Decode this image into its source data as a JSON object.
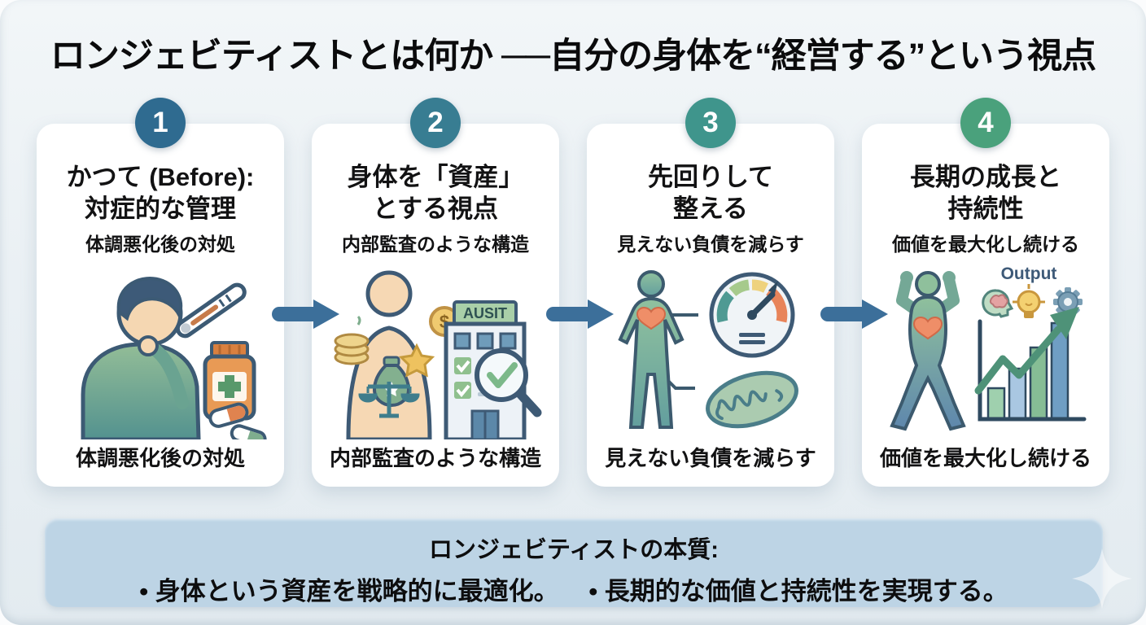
{
  "header": {
    "title": "ロンジェビティストとは何か ──自分の身体を“経営する”という視点"
  },
  "steps": [
    {
      "number": "1",
      "badge_color": "#2f6b90",
      "title_line1": "かつて (Before):",
      "title_line2": "対症的な管理",
      "subtitle": "体調悪化後の対処",
      "caption": "体調悪化後の対処",
      "icon": "sick-person-thermometer-medicine"
    },
    {
      "number": "2",
      "badge_color": "#387d92",
      "title_line1": "身体を「資産」",
      "title_line2": "とする視点",
      "subtitle": "内部監査のような構造",
      "caption": "内部監査のような構造",
      "icon": "body-assets-audit-building",
      "building_sign": "AUSIT",
      "coin_symbol": "$"
    },
    {
      "number": "3",
      "badge_color": "#3f958c",
      "title_line1": "先回りして",
      "title_line2": "整える",
      "subtitle": "見えない負債を減らす",
      "caption": "見えない負債を減らす",
      "icon": "body-gauge-mitochondria"
    },
    {
      "number": "4",
      "badge_color": "#4aa17c",
      "title_line1": "長期の成長と",
      "title_line2": "持続性",
      "subtitle": "価値を最大化し続ける",
      "caption": "価値を最大化し続ける",
      "icon": "strong-figure-growth-chart",
      "output_label": "Output"
    }
  ],
  "footer": {
    "heading": "ロンジェビティストの本質:",
    "bullet": "•",
    "points": [
      "身体という資産を戦略的に最適化。",
      "長期的な価値と持続性を実現する。"
    ]
  },
  "colors": {
    "arrow": "#3c6f9a",
    "banner_bg": "#bdd4e5",
    "background_top": "#f2f6f8",
    "background_bottom": "#e3ebf0",
    "card_bg": "#ffffff"
  }
}
